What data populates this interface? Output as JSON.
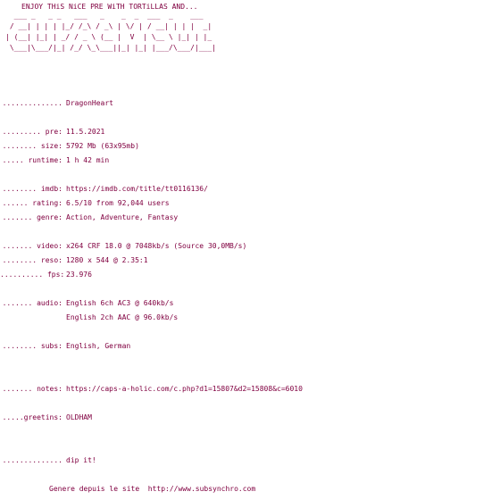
{
  "header": {
    "title": "ENJOY THiS NiCE PRE WiTH TORTiLLAS AND...",
    "ascii_art": "  ___ _   _ _   ___   _    _  _  ___  _    ___\n / __| | | | |_/ /_\\ / _\\ | \\/ | / __| | | |  _|\n| (__| |_| | _/ / _ \\ (__ |  V  | \\__ \\ |_| | |_\n \\___|\\___/|_| /_/ \\_\\___||_| |_| |___/\\___/|___|"
  },
  "rows": [
    {
      "label": "..............",
      "value": "DragonHeart"
    },
    {
      "label": "",
      "value": ""
    },
    {
      "label": "......... pre:",
      "value": "11.5.2021"
    },
    {
      "label": "........ size:",
      "value": "5792 Mb (63x95mb)"
    },
    {
      "label": "..... runtime:",
      "value": "1 h 42 min"
    },
    {
      "label": "",
      "value": ""
    },
    {
      "label": "........ imdb:",
      "value": "https://imdb.com/title/tt0116136/"
    },
    {
      "label": "...... rating:",
      "value": "6.5/10 from 92,044 users"
    },
    {
      "label": "....... genre:",
      "value": "Action, Adventure, Fantasy"
    },
    {
      "label": "",
      "value": ""
    },
    {
      "label": "....... video:",
      "value": "x264 CRF 18.0 @ 7048kb/s (Source 30,0MB/s)"
    },
    {
      "label": "........ reso:",
      "value": "1280 x 544 @ 2.35:1"
    },
    {
      "label": ".......... fps:",
      "value": "23.976"
    },
    {
      "label": "",
      "value": ""
    },
    {
      "label": "....... audio:",
      "value": "English 6ch AC3 @ 640kb/s"
    },
    {
      "label": "",
      "value": "English 2ch AAC @ 96.0kb/s"
    },
    {
      "label": "",
      "value": ""
    },
    {
      "label": "........ subs:",
      "value": "English, German"
    },
    {
      "label": "",
      "value": ""
    },
    {
      "label": "",
      "value": ""
    },
    {
      "label": "....... notes:",
      "value": "https://caps-a-holic.com/c.php?d1=15807&d2=15808&c=6010"
    },
    {
      "label": "",
      "value": ""
    },
    {
      "label": ".....greetins:",
      "value": "OLDHAM"
    },
    {
      "label": "",
      "value": ""
    },
    {
      "label": "",
      "value": ""
    },
    {
      "label": "..............",
      "value": "dip it!"
    }
  ],
  "footer": {
    "text": "Genere depuis le site  http://www.subsynchro.com"
  }
}
